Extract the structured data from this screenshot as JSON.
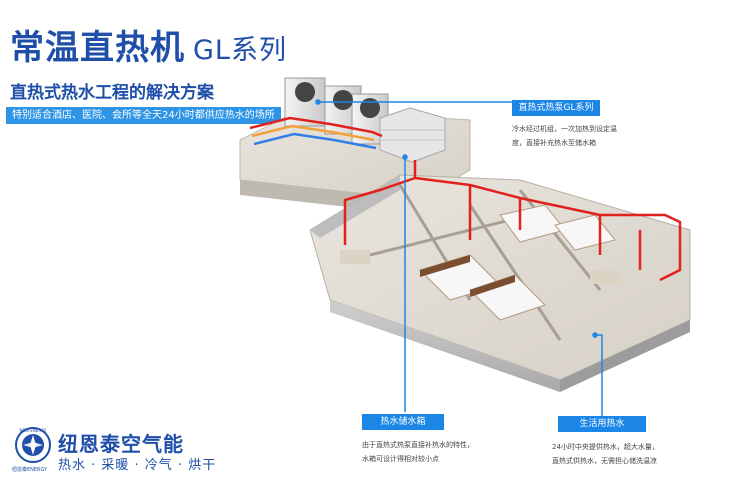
{
  "header": {
    "title": "常温直热机",
    "series": "GL系列",
    "subtitle": "直热式热水工程的解决方案",
    "tagline": "特别适合酒店、医院、会所等全天24小时都供应热水的场所"
  },
  "callouts": {
    "heat_pump": {
      "label": "直热式热泵GL系列",
      "line1": "冷水经过机组，一次加热到设定温",
      "line2": "度，直接补充热水至储水箱"
    },
    "tank": {
      "label": "热水储水箱",
      "line1": "由于直热式热泵直接补热水的特性，",
      "line2": "水箱可设计得相对较小点"
    },
    "supply": {
      "label": "生活用热水",
      "line1": "24小时中央提供热水，超大水量，",
      "line2": "直热式供热水，无需担心储洗温凉"
    }
  },
  "brand": {
    "name": "纽恩泰空气能",
    "slogan": "热水 · 采暖 · 冷气 · 烘干",
    "english": "纽恩泰ENERGY",
    "ring_text": "NEW ENERGY"
  },
  "colors": {
    "primary": "#1f4fa8",
    "accent": "#1c86e6",
    "hot_pipe": "#e0211d",
    "cold_pipe": "#2f7fe6"
  },
  "icons": [
    "brand-logo-icon",
    "heat-pump-unit-icon",
    "water-tank-icon"
  ]
}
